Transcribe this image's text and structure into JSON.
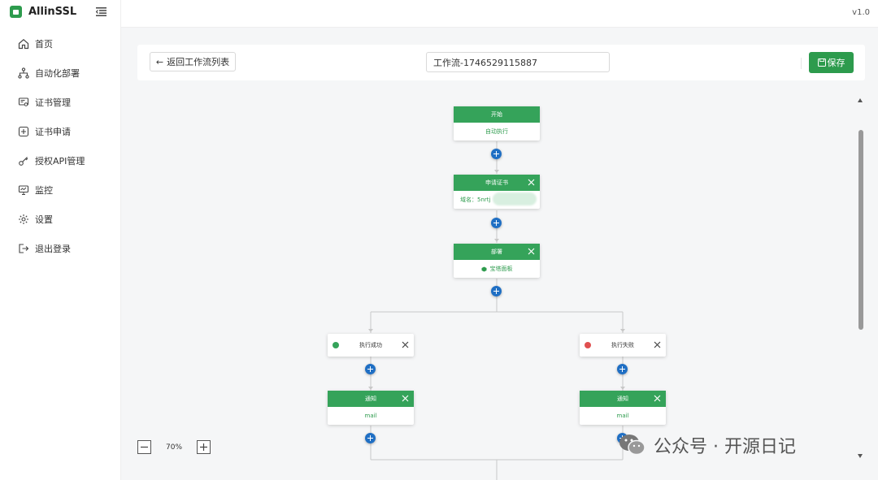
{
  "app": {
    "name": "AllinSSL",
    "version": "v1.0"
  },
  "sidebar": {
    "items": [
      {
        "label": "首页",
        "icon": "home-icon"
      },
      {
        "label": "自动化部署",
        "icon": "workflow-icon"
      },
      {
        "label": "证书管理",
        "icon": "certificate-icon"
      },
      {
        "label": "证书申请",
        "icon": "plus-square-icon"
      },
      {
        "label": "授权API管理",
        "icon": "key-icon"
      },
      {
        "label": "监控",
        "icon": "monitor-icon"
      },
      {
        "label": "设置",
        "icon": "gear-icon"
      },
      {
        "label": "退出登录",
        "icon": "logout-icon"
      }
    ]
  },
  "toolbar": {
    "back_label": "返回工作流列表",
    "workflow_name": "工作流-1746529115887",
    "save_label": "保存"
  },
  "flow": {
    "start": {
      "title": "开始",
      "body": "自动执行"
    },
    "apply": {
      "title": "申请证书",
      "body": "域名：5nrtj"
    },
    "deploy": {
      "title": "部署",
      "body": "宝塔面板"
    },
    "success": {
      "label": "执行成功"
    },
    "fail": {
      "label": "执行失败"
    },
    "notify_left": {
      "title": "通知",
      "body": "mail"
    },
    "notify_right": {
      "title": "通知",
      "body": "mail"
    }
  },
  "zoom": {
    "level": "70%"
  },
  "watermark": {
    "text": "公众号 · 开源日记"
  },
  "colors": {
    "accent": "#2d9b4d",
    "node_header": "#35a35a",
    "plus_button": "#1f6fc4"
  }
}
